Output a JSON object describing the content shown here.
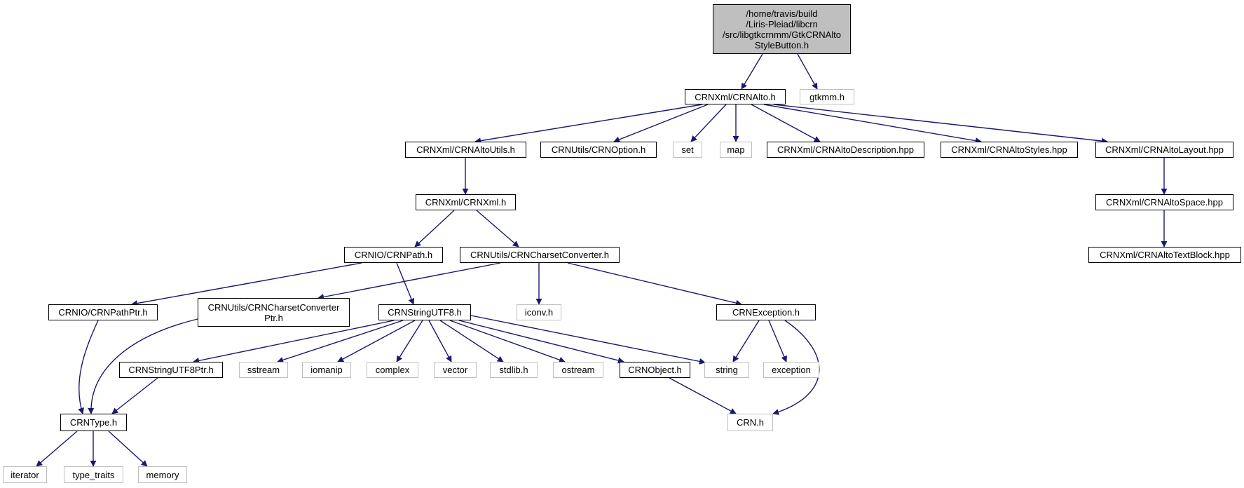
{
  "colors": {
    "edge": "#191970",
    "root_fill": "#bfbfbf",
    "system_border": "#bfbfbf",
    "local_border": "#000000"
  },
  "nodes": {
    "root": "/home/travis/build\n/Liris-Pleiad/libcrn\n/src/libgtkcrnmm/GtkCRNAlto\nStyleButton.h",
    "crnalto": "CRNXml/CRNAlto.h",
    "gtkmm": "gtkmm.h",
    "altoutils": "CRNXml/CRNAltoUtils.h",
    "option": "CRNUtils/CRNOption.h",
    "set": "set",
    "map": "map",
    "altodesc": "CRNXml/CRNAltoDescription.hpp",
    "altostyles": "CRNXml/CRNAltoStyles.hpp",
    "altolayout": "CRNXml/CRNAltoLayout.hpp",
    "crnxml": "CRNXml/CRNXml.h",
    "altospace": "CRNXml/CRNAltoSpace.hpp",
    "crnpath": "CRNIO/CRNPath.h",
    "charsetconv": "CRNUtils/CRNCharsetConverter.h",
    "textblock": "CRNXml/CRNAltoTextBlock.hpp",
    "pathptr": "CRNIO/CRNPathPtr.h",
    "charsetptr": "CRNUtils/CRNCharsetConverter\nPtr.h",
    "stringutf8": "CRNStringUTF8.h",
    "iconv": "iconv.h",
    "exceptionh": "CRNException.h",
    "utf8ptr": "CRNStringUTF8Ptr.h",
    "sstream": "sstream",
    "iomanip": "iomanip",
    "complex": "complex",
    "vector": "vector",
    "stdlib": "stdlib.h",
    "ostream": "ostream",
    "crnobject": "CRNObject.h",
    "string": "string",
    "exception": "exception",
    "crntype": "CRNType.h",
    "crnh": "CRN.h",
    "iterator": "iterator",
    "type_traits": "type_traits",
    "memory": "memory"
  }
}
